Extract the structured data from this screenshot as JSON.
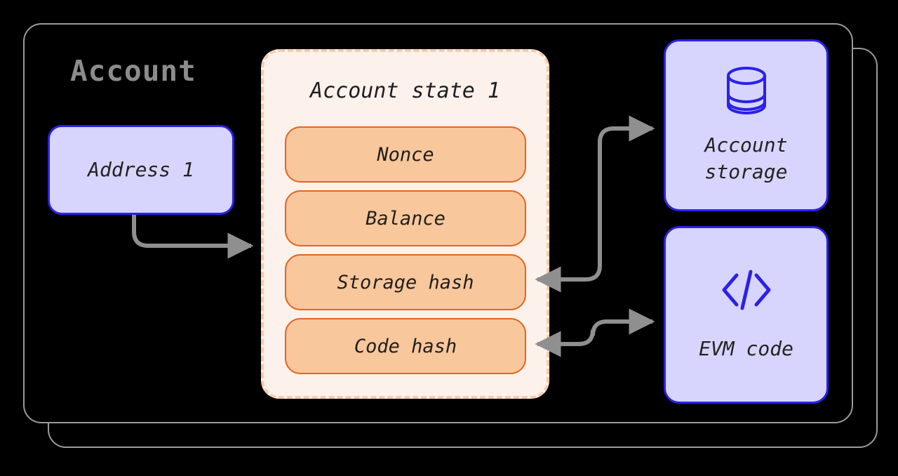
{
  "diagram": {
    "title": "Account",
    "background_color": "#000000",
    "frame_color": "#9a9a9a",
    "accent_blue": "#2b21e8",
    "accent_orange": "#e8621d",
    "lavender_fill": "#d7d5fd",
    "peach_fill": "#f9c79c",
    "state_fill": "#fdf1ec",
    "connector_color": "#8f8f8f"
  },
  "address": {
    "label": "Address 1"
  },
  "account_state": {
    "title": "Account state 1",
    "fields": [
      {
        "label": "Nonce"
      },
      {
        "label": "Balance"
      },
      {
        "label": "Storage hash"
      },
      {
        "label": "Code hash"
      }
    ]
  },
  "storage_node": {
    "icon": "database-icon",
    "label_line_1": "Account",
    "label_line_2": "storage"
  },
  "code_node": {
    "icon": "code-brackets-icon",
    "label": "EVM code"
  }
}
